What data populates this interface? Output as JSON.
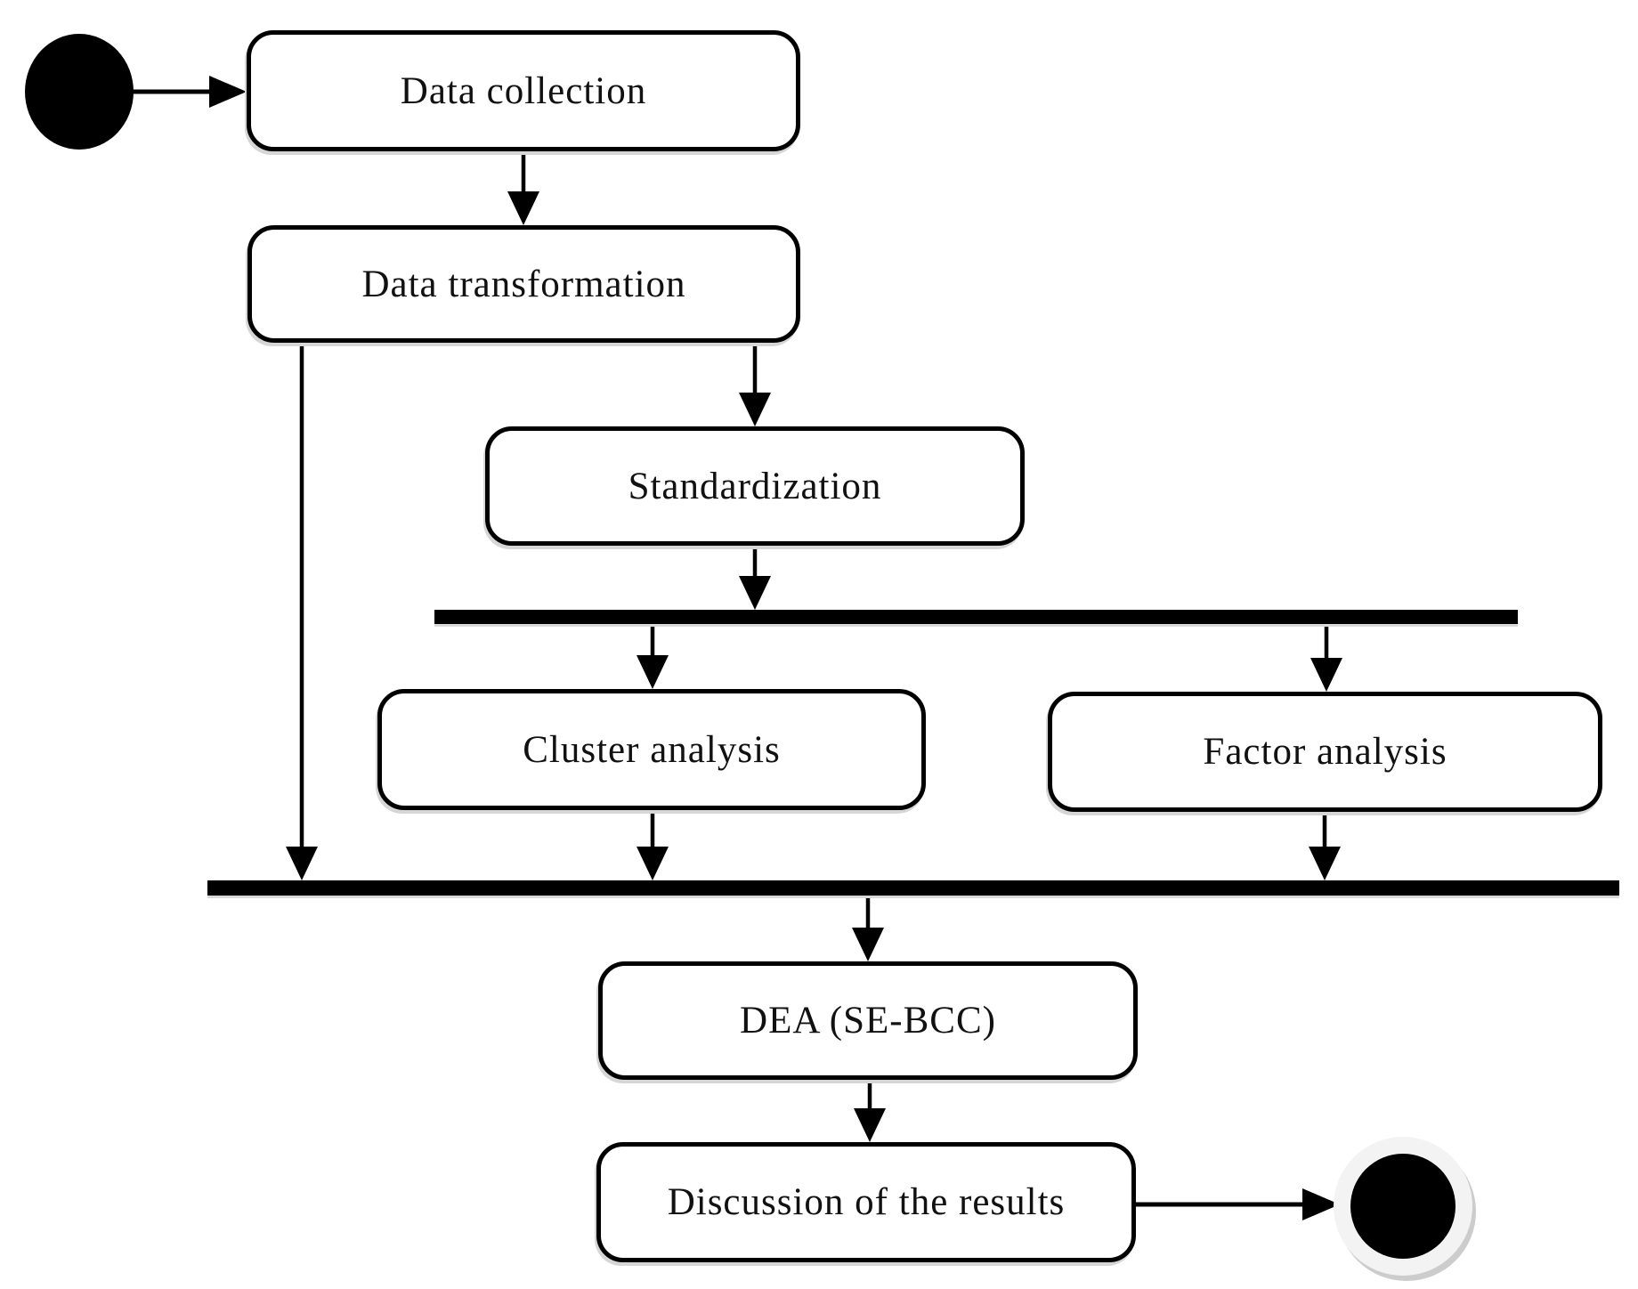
{
  "page": {
    "background": "#ffffff"
  },
  "diagram": {
    "type": "uml-activity-diagram",
    "description": "Methodology flow from data collection to discussion of results",
    "nodes": {
      "start": {
        "kind": "initial-node"
      },
      "data_collection": {
        "label": "Data collection"
      },
      "data_transformation": {
        "label": "Data transformation"
      },
      "standardization": {
        "label": "Standardization"
      },
      "cluster_analysis": {
        "label": "Cluster analysis"
      },
      "factor_analysis": {
        "label": "Factor analysis"
      },
      "dea": {
        "label": "DEA (SE-BCC)"
      },
      "discussion": {
        "label": "Discussion of the results"
      },
      "end": {
        "kind": "final-node"
      }
    },
    "bars": {
      "fork": {
        "kind": "fork-bar"
      },
      "join": {
        "kind": "join-bar"
      }
    },
    "edges": [
      {
        "from": "start",
        "to": "data_collection"
      },
      {
        "from": "data_collection",
        "to": "data_transformation"
      },
      {
        "from": "data_transformation",
        "to": "standardization"
      },
      {
        "from": "standardization",
        "to": "fork"
      },
      {
        "from": "fork",
        "to": "cluster_analysis"
      },
      {
        "from": "fork",
        "to": "factor_analysis"
      },
      {
        "from": "data_transformation",
        "to": "join"
      },
      {
        "from": "cluster_analysis",
        "to": "join"
      },
      {
        "from": "factor_analysis",
        "to": "join"
      },
      {
        "from": "join",
        "to": "dea"
      },
      {
        "from": "dea",
        "to": "discussion"
      },
      {
        "from": "discussion",
        "to": "end"
      }
    ],
    "colors": {
      "stroke": "#000000",
      "node_fill": "#ffffff",
      "text": "#111111",
      "end_ring": "#f3f3f3",
      "shadow": "#cccccc"
    }
  }
}
